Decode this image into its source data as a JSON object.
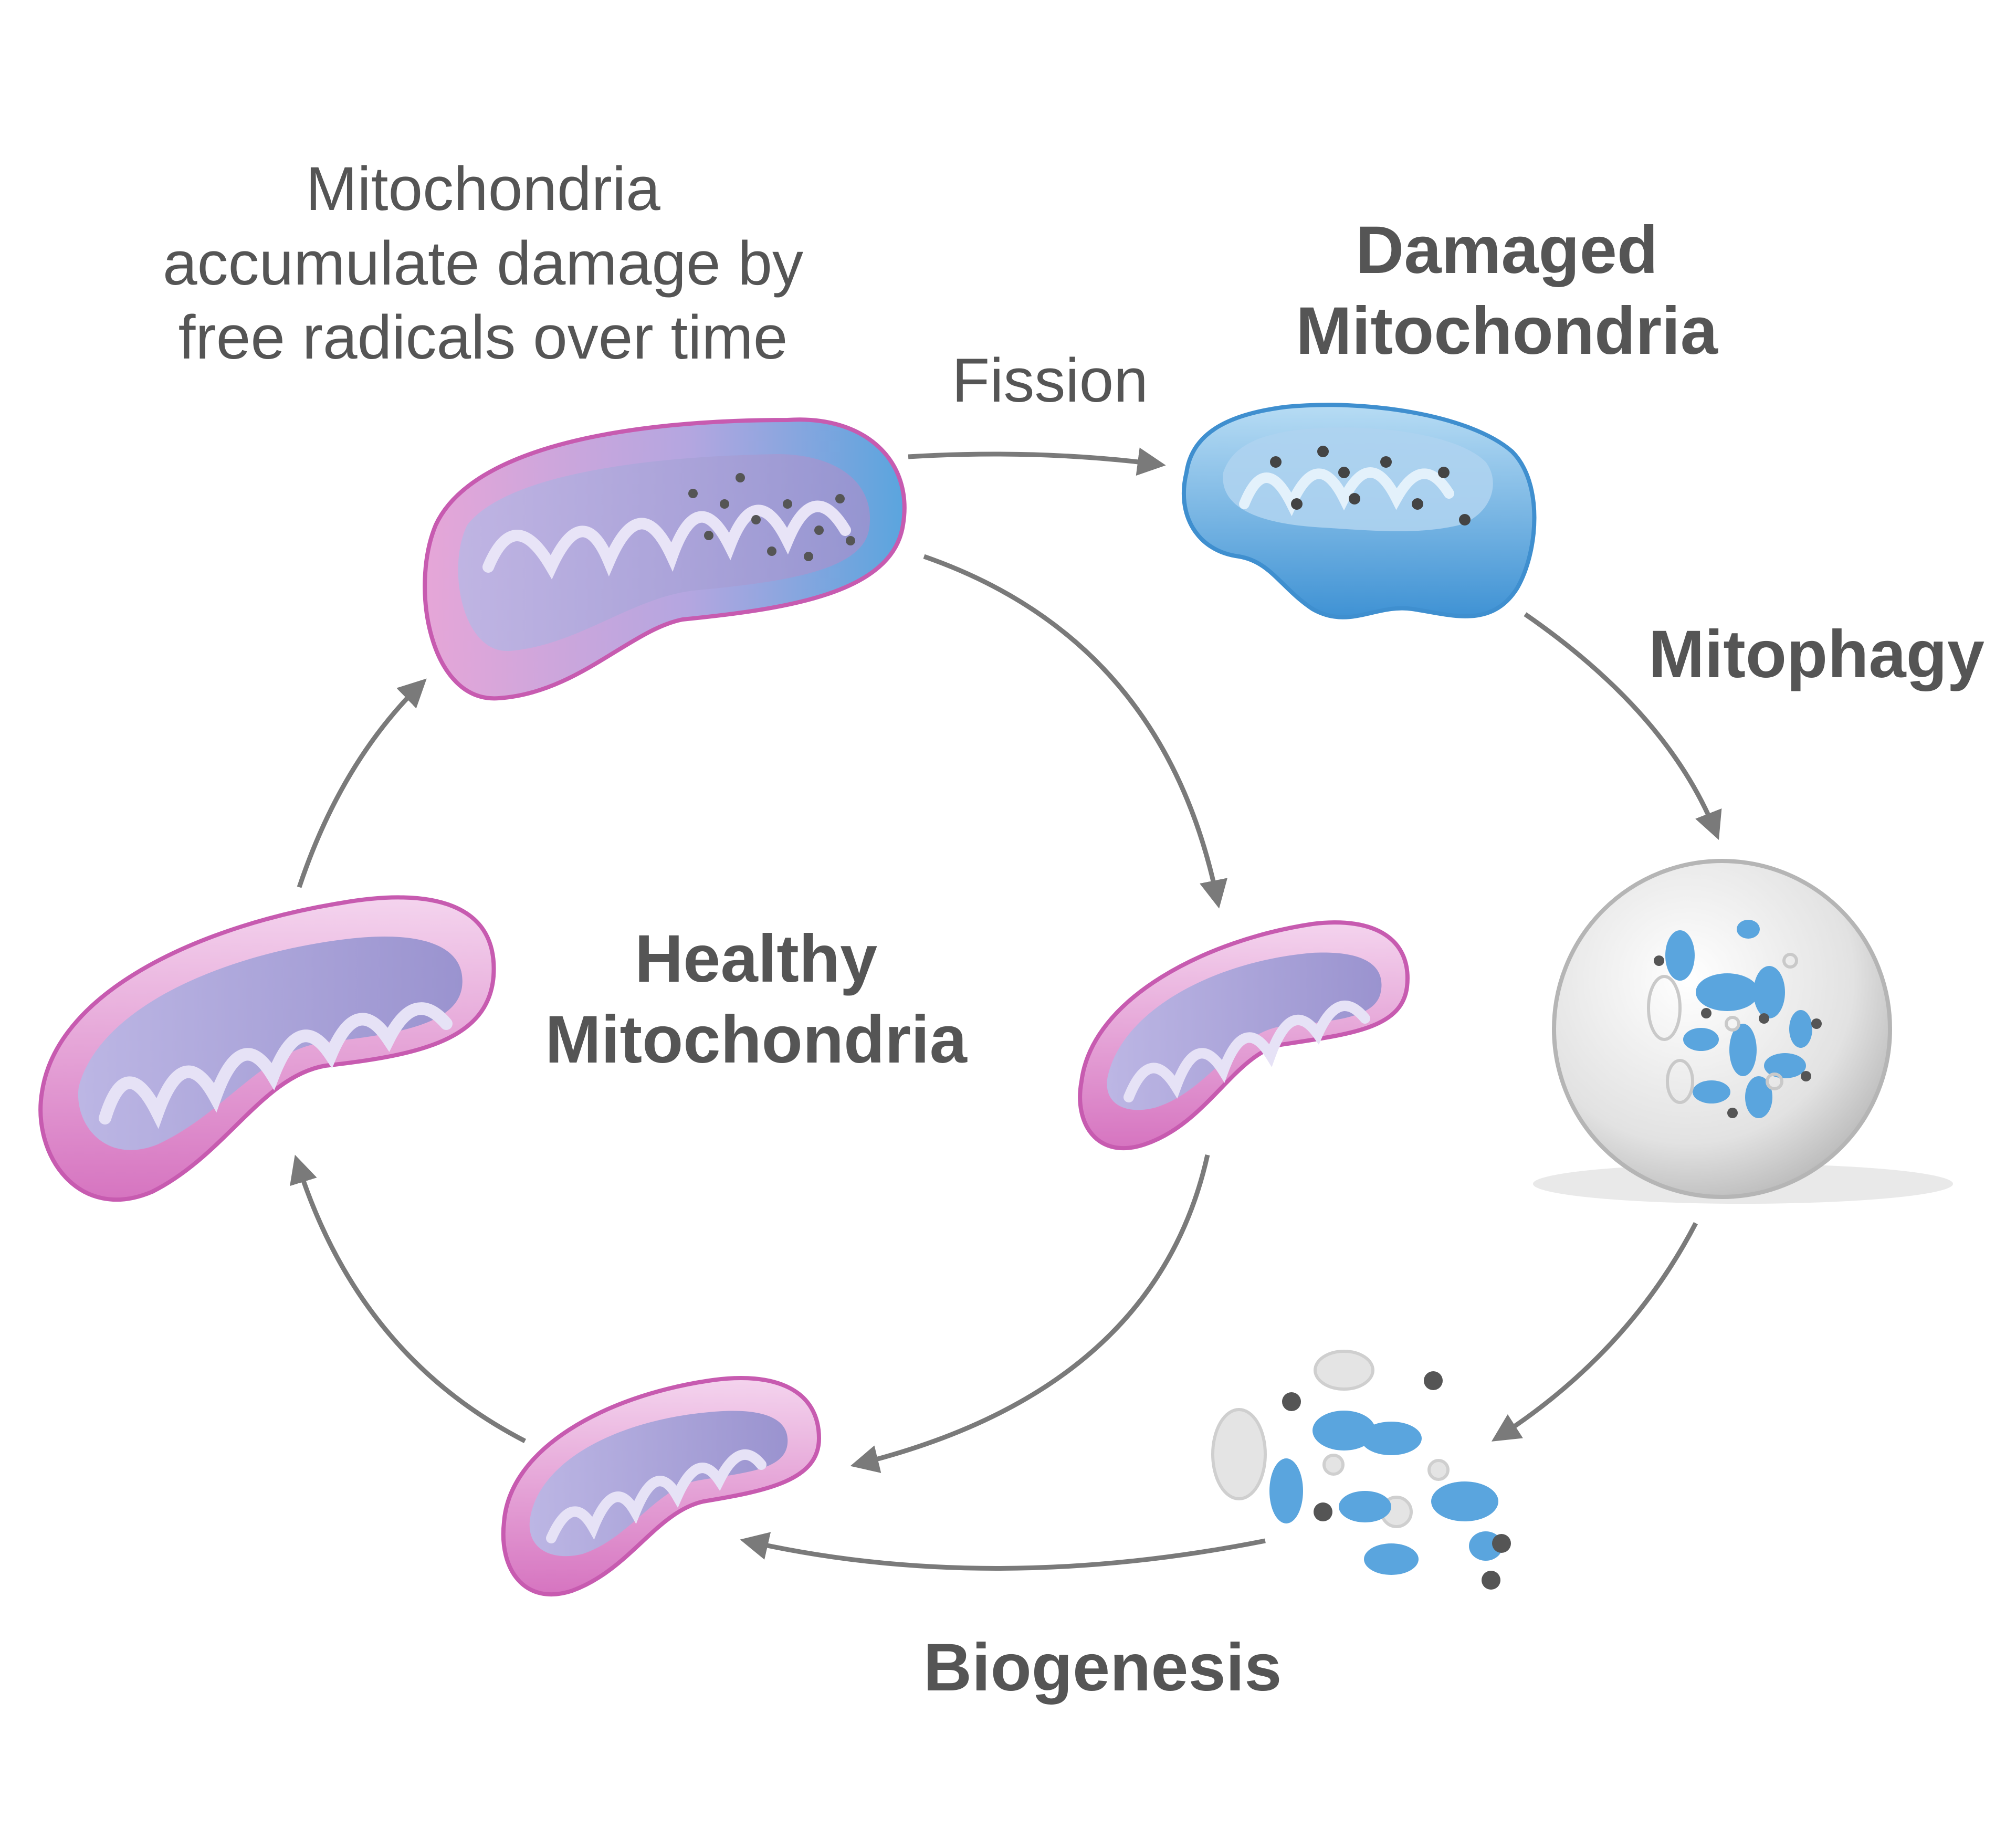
{
  "labels": {
    "caption": [
      "Mitochondria",
      "accumulate damage by",
      "free radicals over time"
    ],
    "fission": "Fission",
    "damaged": [
      "Damaged",
      "Mitochondria"
    ],
    "mitophagy": "Mitophagy",
    "healthy": [
      "Healthy",
      "Mitochondria"
    ],
    "biogenesis": "Biogenesis"
  },
  "colors": {
    "healthy_outer": "#dd88cc",
    "healthy_inner": "#a9a3d6",
    "damaged": "#5aa5de",
    "lysosome": "#d6d6d6",
    "arrow": "#7a7a7a",
    "text": "#555555"
  }
}
